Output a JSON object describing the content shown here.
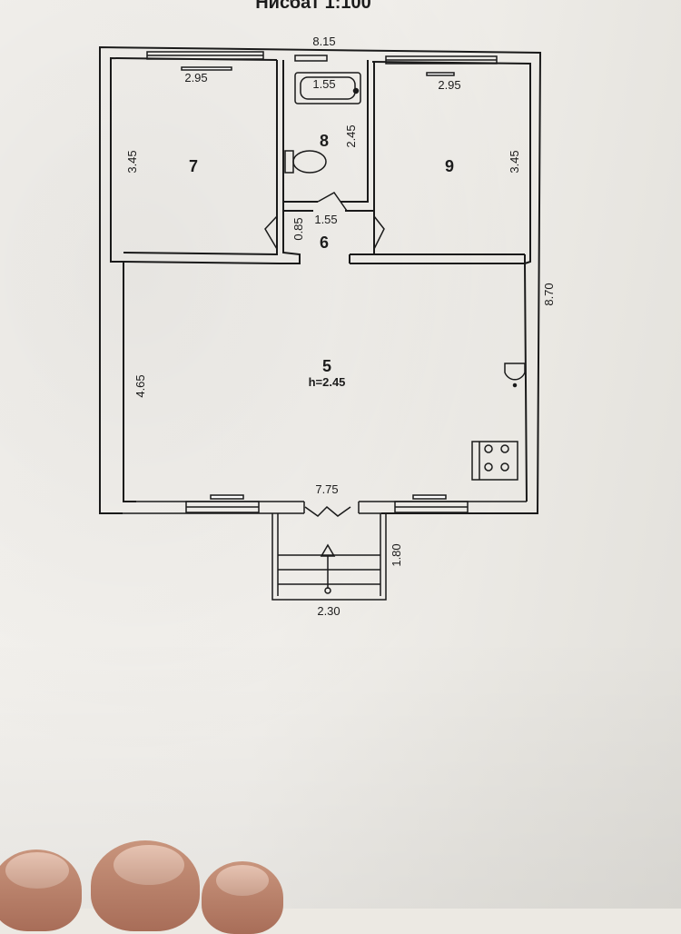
{
  "plan": {
    "title": "Нисбат 1:100",
    "dimensions": {
      "overall_width": "8.15",
      "overall_depth": "8.70",
      "room7_width": "2.95",
      "room7_depth": "3.45",
      "room9_width": "2.95",
      "room9_depth": "3.45",
      "bath_length": "1.55",
      "room8_depth": "2.45",
      "room6_width": "1.55",
      "room6_depth": "0.85",
      "room5_depth": "4.65",
      "front_wall": "7.75",
      "porch_depth": "1.80",
      "porch_width": "2.30"
    },
    "rooms": {
      "r7": "7",
      "r8": "8",
      "r9": "9",
      "r6": "6",
      "r5": "5",
      "r5_height": "h=2.45"
    }
  }
}
